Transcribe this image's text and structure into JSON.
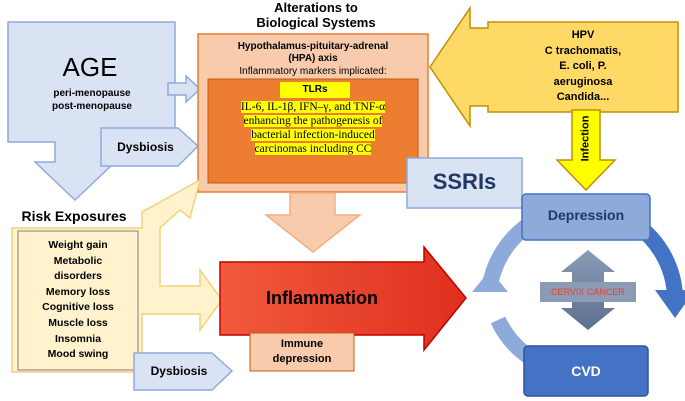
{
  "title": {
    "line1": "Alterations to",
    "line2": "Biological Systems"
  },
  "age": {
    "label": "AGE",
    "items": [
      "peri-menopause",
      "post-menopause"
    ]
  },
  "hpa": {
    "title_line1": "Hypothalamus-pituitary-adrenal",
    "title_line2": "(HPA) axis",
    "subtitle": "Inflammatory markers implicated:"
  },
  "tlrs": {
    "label": "TLRs"
  },
  "markers": {
    "lines": [
      "IL-6, IL-1β, IFN–γ, and TNF-α",
      "enhancing the pathogenesis of",
      "bacterial infection-induced",
      "carcinomas including CC"
    ]
  },
  "pathogens": {
    "lines": [
      "HPV",
      "C trachomatis,",
      "E. coli, P.",
      "aeruginosa",
      "Candida..."
    ]
  },
  "infection_label": "Infection",
  "dysbiosis_top": "Dysbiosis",
  "dysbiosis_bottom": "Dysbiosis",
  "ssris": "SSRIs",
  "risk": {
    "title": "Risk Exposures",
    "items": [
      "Weight gain",
      "Metabolic",
      "disorders",
      "Memory loss",
      "Cognitive loss",
      "Muscle loss",
      "Insomnia",
      "Mood swing"
    ]
  },
  "inflammation": "Inflammation",
  "immune": {
    "line1": "Immune",
    "line2": "depression"
  },
  "cycle": {
    "depression": "Depression",
    "cancer": "CERVIX CANCER",
    "cvd": "CVD"
  },
  "colors": {
    "light_blue": "#dae3f3",
    "peach": "#f8cbad",
    "orange": "#ed7d31",
    "yellow": "#ffff00",
    "gold": "#ffd966",
    "cream": "#fff2cc",
    "red": "#e8412f",
    "cycle_blue": "#4472c4",
    "cancer_text": "#e8412f"
  }
}
